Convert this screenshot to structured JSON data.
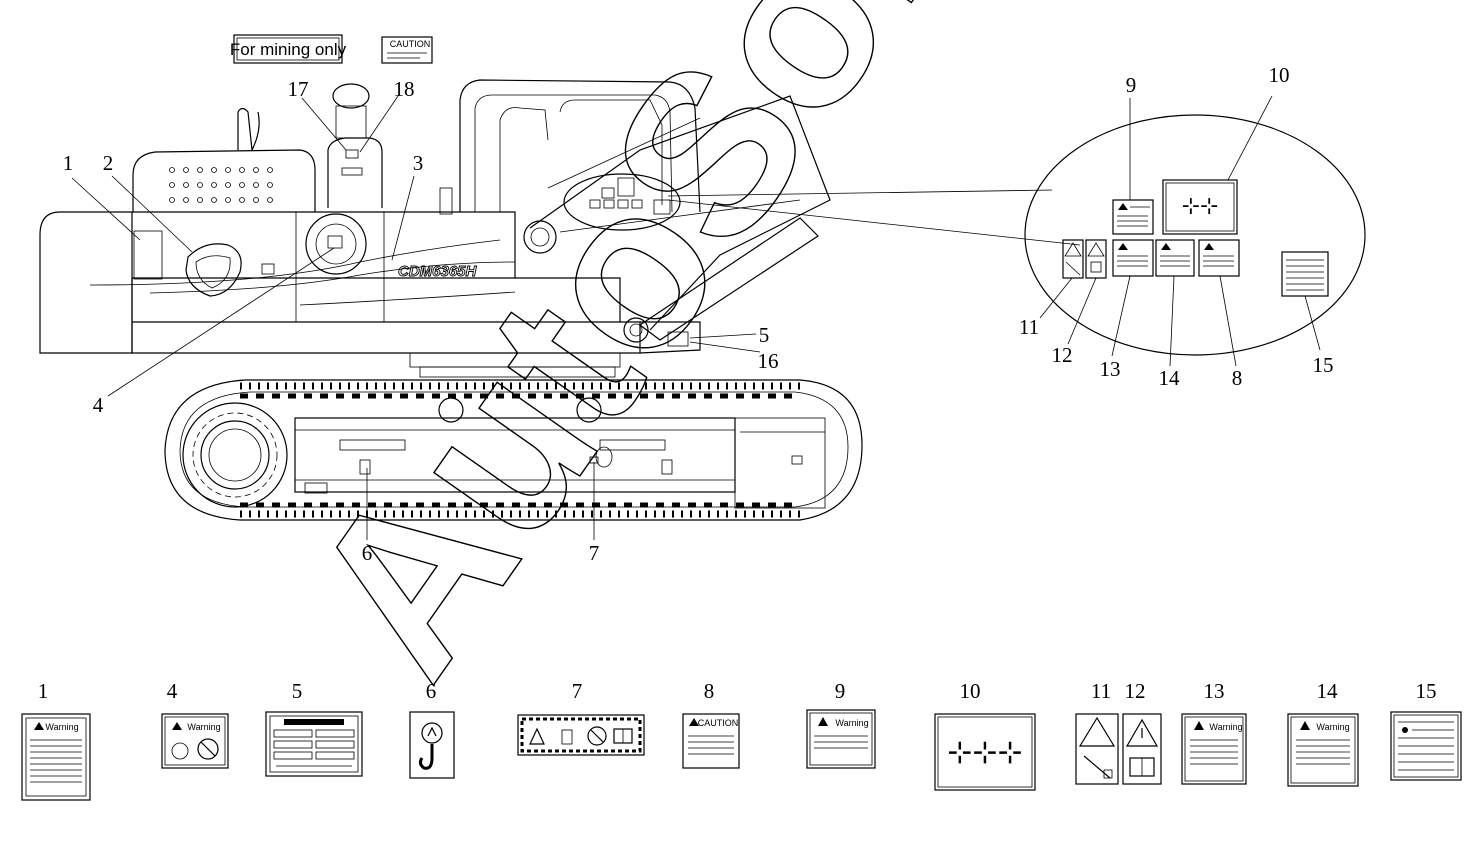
{
  "labels": {
    "mining_tag": "For mining only",
    "caution_tag": "CAUTION",
    "model_name": "CDM6365H",
    "warning_word": "Warning",
    "caution_word": "CAUTION"
  },
  "watermark": "AutoSoft",
  "callouts": {
    "c1": "1",
    "c2": "2",
    "c3": "3",
    "c4": "4",
    "c5": "5",
    "c6": "6",
    "c7": "7",
    "c8": "8",
    "c9": "9",
    "c10": "10",
    "c11": "11",
    "c12": "12",
    "c13": "13",
    "c14": "14",
    "c15": "15",
    "c16": "16",
    "c17": "17",
    "c18": "18"
  },
  "legend": [
    "1",
    "4",
    "5",
    "6",
    "7",
    "8",
    "9",
    "10",
    "11",
    "12",
    "13",
    "14",
    "15"
  ],
  "icons": {
    "warning_triangle": "warning-triangle-icon",
    "lifting_hook": "lifting-hook-icon",
    "manual_book": "manual-book-icon",
    "no_entry": "no-entry-icon",
    "control_pattern": "control-pattern-icon"
  }
}
